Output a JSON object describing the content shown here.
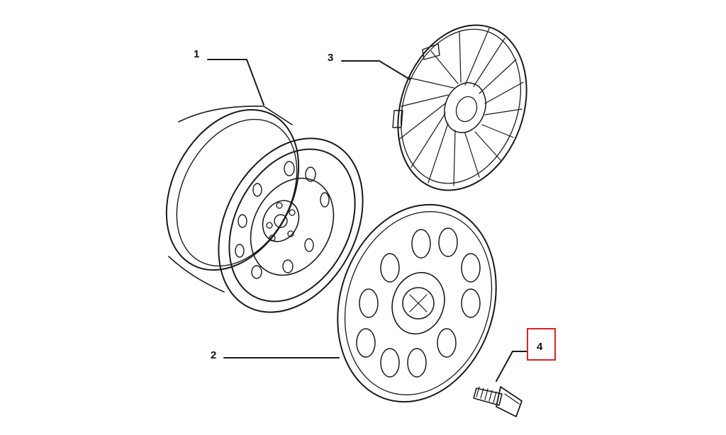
{
  "callouts": {
    "part1": "1",
    "part2": "2",
    "part3": "3",
    "part4": "4"
  },
  "colors": {
    "line": "#1a1a1a",
    "highlight": "#d8232a"
  }
}
